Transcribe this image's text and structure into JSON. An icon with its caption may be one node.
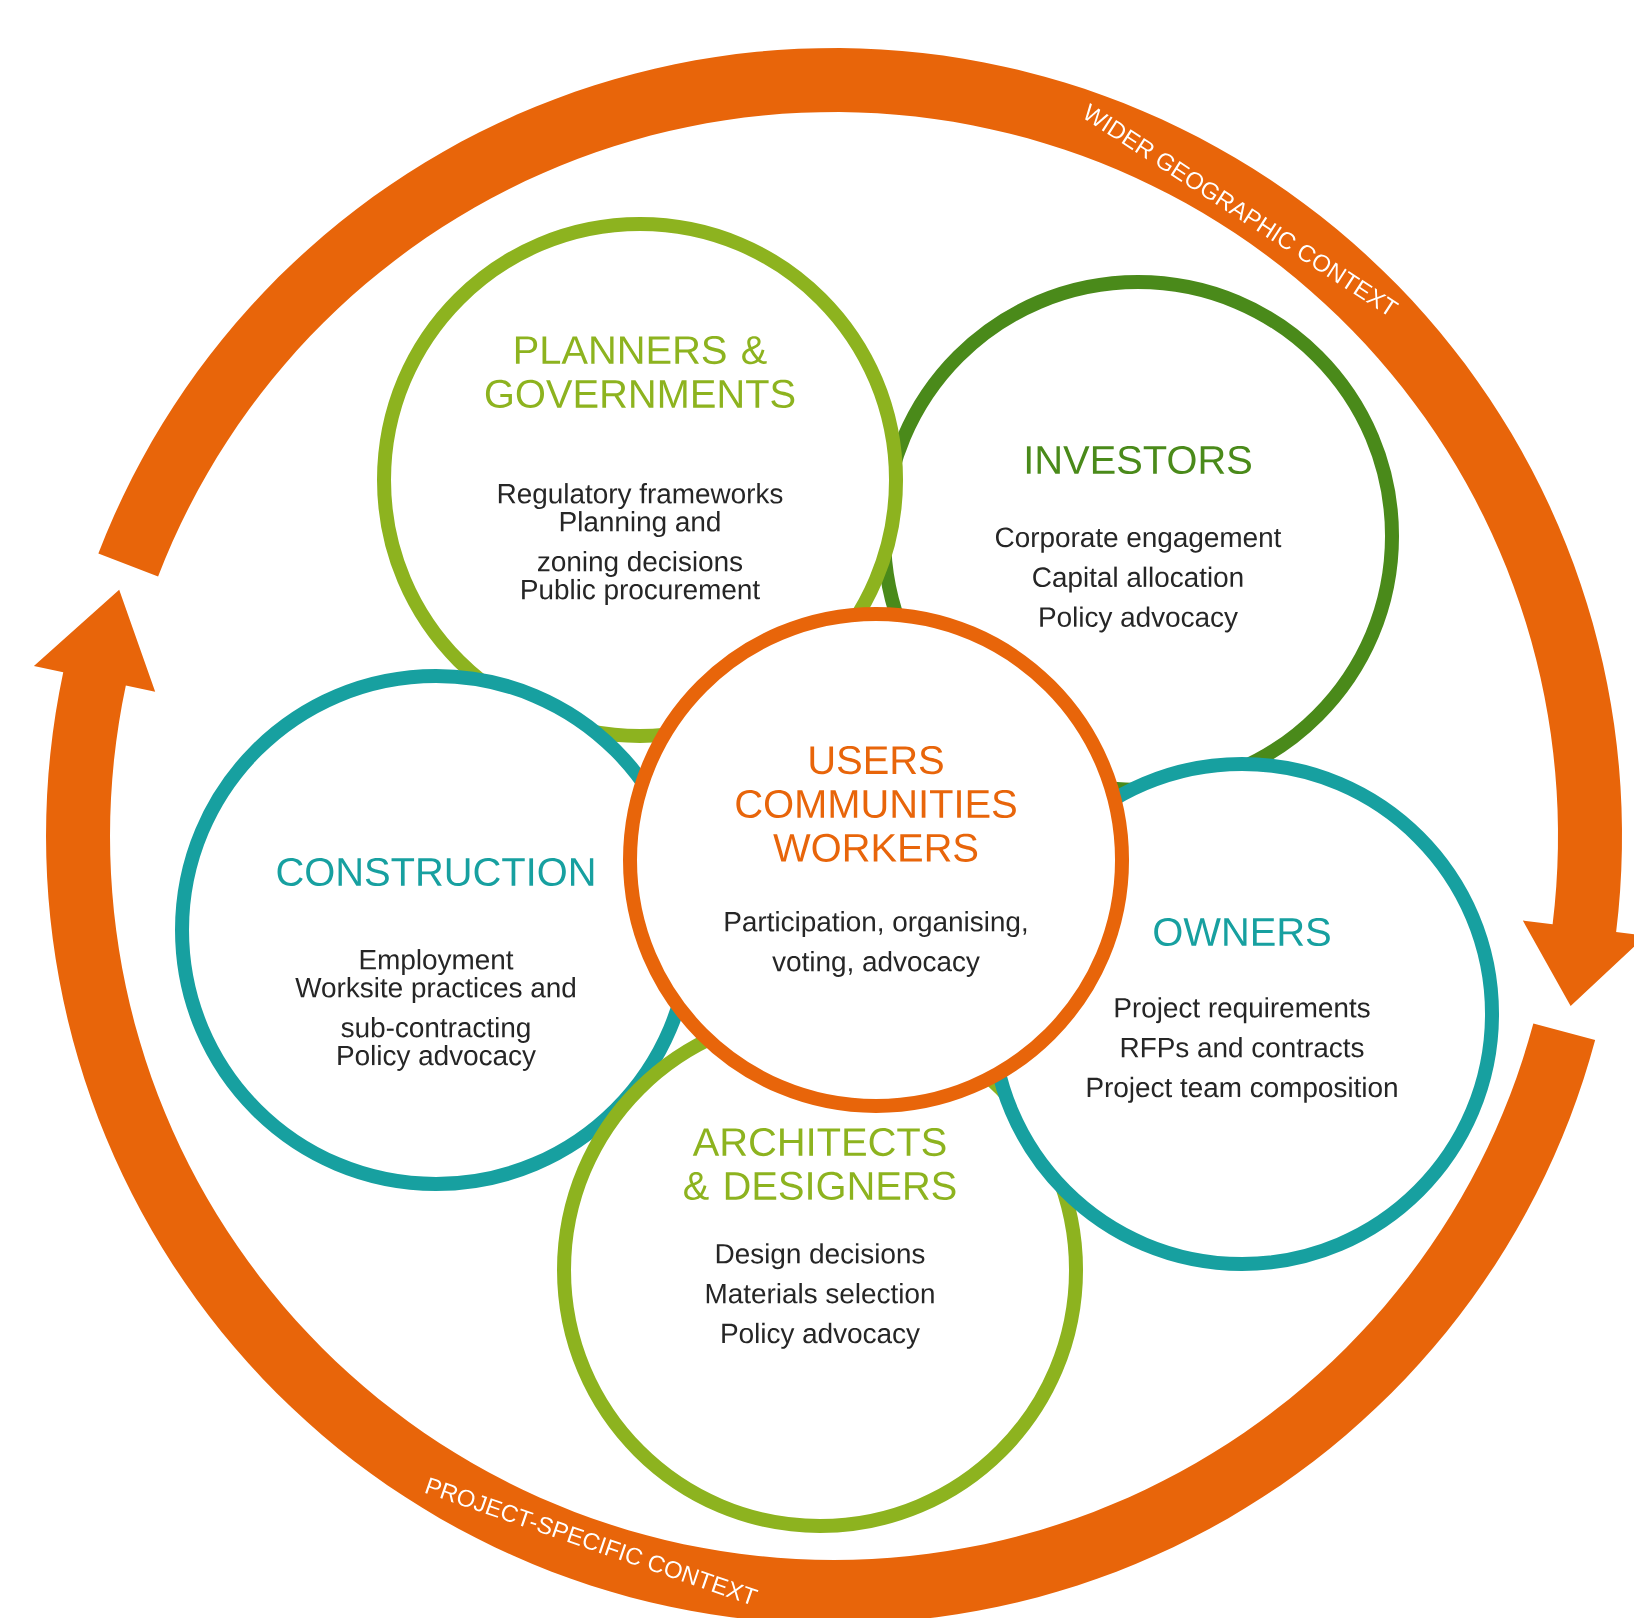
{
  "diagram": {
    "nodes": [
      {
        "text": [
          "PLANNERS & GOVERNMENTS",
          "Regulatory frameworks",
          "Planning and zoning decisions",
          "Public procurement"
        ]
      },
      {
        "text": [
          "INVESTORS",
          "Corporate engagement",
          "Capital allocation",
          "Policy advocacy"
        ]
      },
      {
        "text": [
          "USERS COMMUNITIES WORKERS",
          "Participation, organising, voting, advocacy"
        ]
      },
      {
        "text": [
          "CONSTRUCTION",
          "Employment",
          "Worksite practices and sub-contracting",
          "Policy advocacy"
        ]
      },
      {
        "text": [
          "OWNERS",
          "Project requirements",
          "RFPs and contracts",
          "Project team composition"
        ]
      },
      {
        "text": [
          "ARCHITECTS & DESIGNERS",
          "Design decisions",
          "Materials selection",
          "Policy advocacy"
        ]
      }
    ],
    "labels": [
      "WIDER GEOGRAPHIC CONTEXT",
      "PROJECT-SPECIFIC CONTEXT"
    ]
  }
}
